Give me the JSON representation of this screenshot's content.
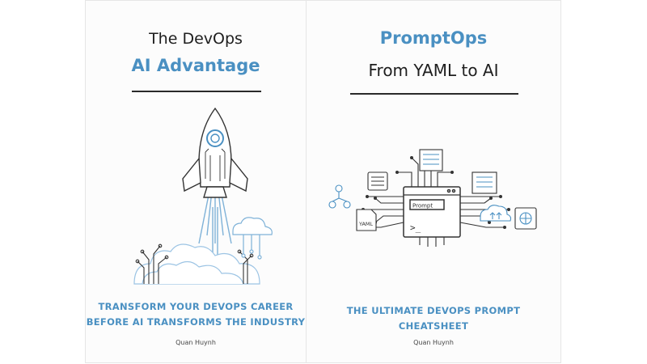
{
  "theme": {
    "accent": "#4a90c2",
    "text": "#1e1e1e",
    "rule": "#2a2a2a",
    "background": "#fcfcfc"
  },
  "left_cover": {
    "title_line1": "The DevOps",
    "title_line2": "AI Advantage",
    "subtitle_line1": "TRANSFORM YOUR DEVOPS CAREER",
    "subtitle_line2": "BEFORE AI TRANSFORMS THE INDUSTRY",
    "author": "Quan Huynh",
    "illustration": "rocket-launch-circuit-illustration"
  },
  "right_cover": {
    "title_line1": "PromptOps",
    "title_line2": "From YAML to AI",
    "subtitle_line1": "THE ULTIMATE DEVOPS PROMPT",
    "subtitle_line2": "CHEATSHEET",
    "author": "Quan Huynh",
    "prompt_label": "Prompt",
    "yaml_label": "YAML",
    "terminal_prompt": ">_",
    "illustration": "prompt-window-network-illustration"
  }
}
